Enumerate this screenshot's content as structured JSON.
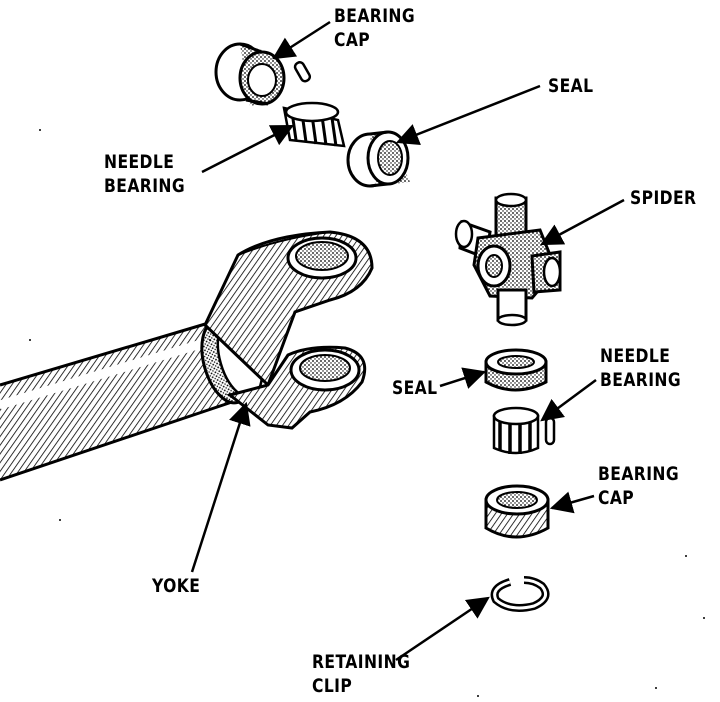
{
  "colors": {
    "ink": "#000000",
    "paper": "#ffffff",
    "shade": "#6e6e6e"
  },
  "labels": {
    "bearing_cap_top": {
      "line1": "BEARING",
      "line2": "CAP"
    },
    "seal_top": "SEAL",
    "needle_bearing_top": {
      "line1": "NEEDLE",
      "line2": "BEARING"
    },
    "spider": "SPIDER",
    "seal_bottom": "SEAL",
    "needle_bearing_bottom": {
      "line1": "NEEDLE",
      "line2": "BEARING"
    },
    "bearing_cap_bottom": {
      "line1": "BEARING",
      "line2": "CAP"
    },
    "yoke": "YOKE",
    "retaining_clip": {
      "line1": "RETAINING",
      "line2": "CLIP"
    }
  }
}
